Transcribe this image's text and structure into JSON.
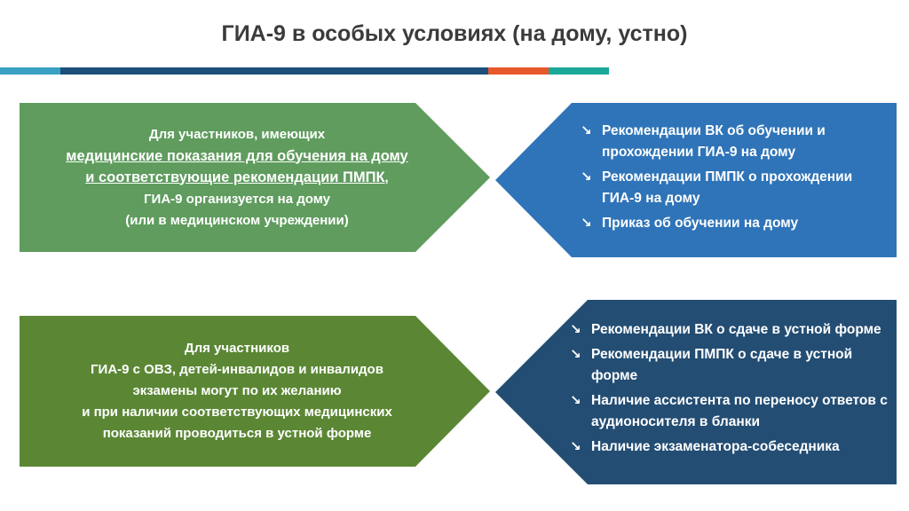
{
  "title": "ГИА-9 в особых условиях (на дому, устно)",
  "colors": {
    "green_top": "#5f9c5e",
    "blue_top": "#2f74b8",
    "green_bottom": "#5b8735",
    "blue_bottom": "#234d73"
  },
  "block1": {
    "left": {
      "line1": "Для участников, имеющих",
      "line2": "медицинские показания для обучения на дому",
      "line3": "и соответствующие рекомендации ПМПК",
      "comma": ",",
      "line4": "ГИА-9 организуется на дому",
      "line5": "(или в медицинском учреждении)"
    },
    "items": [
      "Рекомендации ВК об обучении и прохождении ГИА-9 на дому",
      "Рекомендации ПМПК о прохождении ГИА-9 на дому",
      "Приказ об обучении на дому"
    ]
  },
  "block2": {
    "left": {
      "line1": "Для участников",
      "line2": "ГИА-9 с ОВЗ, детей-инвалидов и инвалидов",
      "line3": "экзамены могут по их желанию",
      "line4": "и при наличии соответствующих медицинских",
      "line5": "показаний проводиться в устной форме"
    },
    "items": [
      "Рекомендации ВК о сдаче в устной форме",
      "Рекомендации ПМПК о сдаче в устной форме",
      "Наличие ассистента по переносу ответов с аудионосителя в бланки",
      "Наличие экзаменатора-собеседника"
    ]
  },
  "icons": {
    "bullet": "arrow-down-right-icon"
  }
}
